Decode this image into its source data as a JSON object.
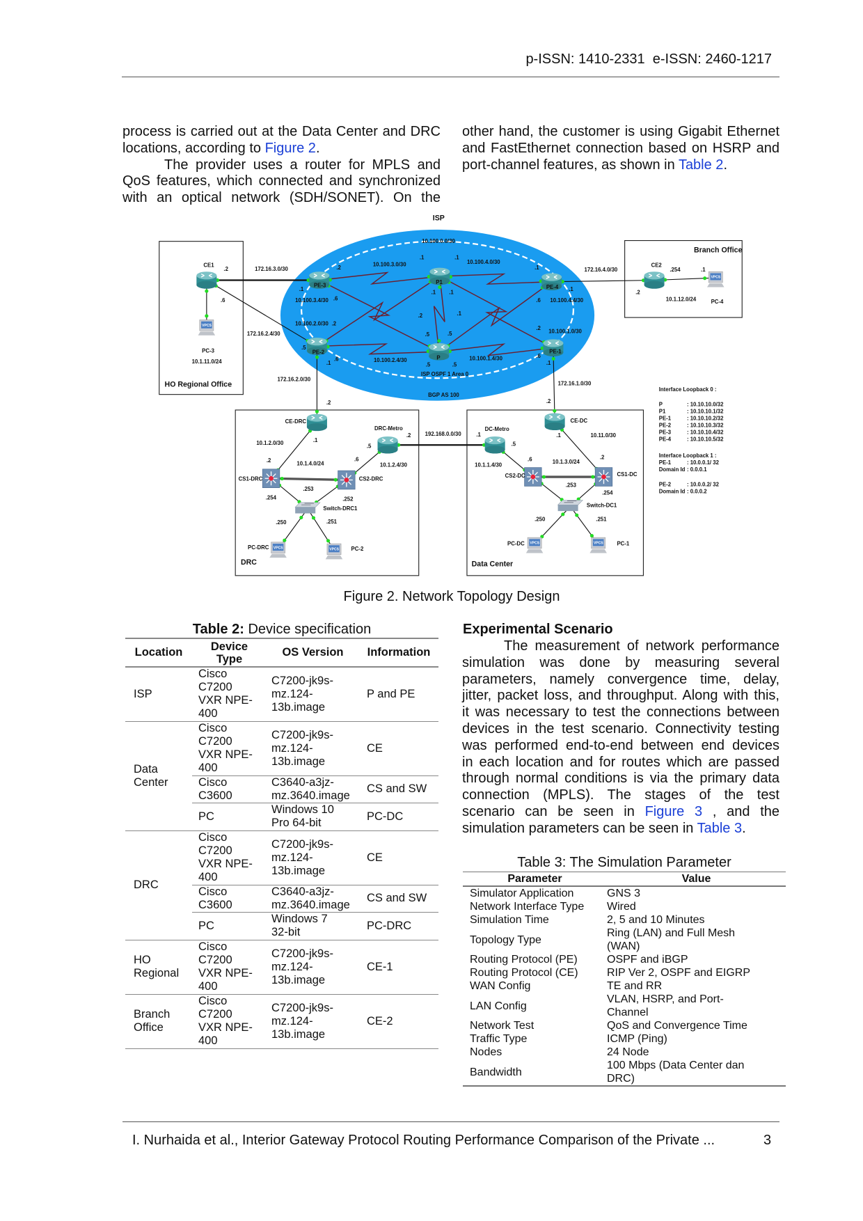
{
  "header": {
    "issn": "p-ISSN: 1410-2331  e-ISSN: 2460-1217"
  },
  "left_col": {
    "l1": "process is carried out at the Data Center and DRC",
    "l2_pre": "locations, according to ",
    "l2_link": "Figure 2",
    "l2_post": ".",
    "l3": "The provider uses a router for MPLS and",
    "l4": "QoS features, which connected and synchronized",
    "l5": "with an optical network (SDH/SONET). On the"
  },
  "right_col": {
    "l1": "other hand, the customer is using Gigabit Ethernet",
    "l2": "and FastEthernet connection based on HSRP and",
    "l3_pre": "port-channel features, as shown in ",
    "l3_link": "Table 2",
    "l3_post": "."
  },
  "figure": {
    "caption": "Figure 2. Network Topology Design",
    "labels": [
      "ISP",
      "10.100.0.0/30",
      "10.100.3.0/30",
      ".1",
      ".1",
      "10.100.4.0/30",
      ".2",
      "CE1",
      ".2",
      "172.16.3.0/30",
      "172.16.4.0/30",
      ".1",
      ".1",
      "10.100.3.4/30",
      ".6",
      ".1",
      ".1",
      ".1",
      ".6",
      "10.100.4.4/30",
      ".6",
      ".2",
      ".1",
      "10.100.2.0/30",
      ".2",
      "172.16.2.4/30",
      ".2",
      "10.100.1.0/30",
      ".5",
      ".5",
      ".5",
      "PC-3",
      "10.1.11.0/24",
      ".6",
      "10.100.2.4/30",
      "10.100.1.4/30",
      ".6",
      ".1",
      ".1",
      ".5",
      ".5",
      "ISP OSPF 1 Area 0",
      "HO Regional Office",
      "172.16.2.0/30",
      "172.16.1.0/30",
      "BGP AS 100",
      ".2",
      ".2",
      "CE-DRC",
      "DRC-Metro",
      ".2",
      "192.168.0.0/30",
      ".1",
      "DC-Metro",
      ".5",
      "CE-DC",
      ".1",
      "10.11.0/30",
      "10.1.2.0/30",
      ".1",
      ".5",
      ".2",
      "10.1.4.0/24",
      ".6",
      "10.1.2.4/30",
      "10.1.1.4/30",
      ".6",
      "10.1.3.0/24",
      ".2",
      "CS1-DRC",
      "CS2-DRC",
      "CS2-DC",
      "CS1-DC",
      ".253",
      ".253",
      ".254",
      ".252",
      ".254",
      "Switch-DRC1",
      "Switch-DC1",
      ".250",
      ".251",
      ".250",
      ".251",
      "PC-DRC",
      "PC-2",
      "PC-DC",
      "PC-1",
      "DRC",
      "Data Center",
      "Branch Office",
      "CE2",
      ".254",
      ".1",
      ".2",
      "10.1.12.0/24",
      "PC-4",
      "P1",
      "PE-3",
      "PE-4",
      "PE-2",
      "P",
      "PE-1"
    ],
    "icon_text": "VPCS",
    "legend": {
      "lo0_title": "Interface Loopback 0 :",
      "lo0": [
        [
          "P",
          ": 10.10.10.0/32"
        ],
        [
          "P1",
          ": 10.10.10.1/32"
        ],
        [
          "PE-1",
          ": 10.10.10.2/32"
        ],
        [
          "PE-2",
          ": 10.10.10.3/32"
        ],
        [
          "PE-3",
          ": 10.10.10.4/32"
        ],
        [
          "PE-4",
          ": 10.10.10.5/32"
        ]
      ],
      "lo1_title": "Interface Loopback 1 :",
      "lo1": [
        [
          "PE-1",
          ": 10.0.0.1/ 32"
        ],
        [
          "Domain Id",
          ": 0.0.0.1"
        ],
        [
          "PE-2",
          ": 10.0.0.2/ 32"
        ],
        [
          "Domain Id",
          ": 0.0.0.2"
        ]
      ]
    },
    "colors": {
      "isp_cloud": "#1a9cf0",
      "router": "#2f8f95",
      "link": "#6b1f2f",
      "port": "#22dd22"
    }
  },
  "table2": {
    "title_bold": "Table 2:",
    "title_rest": " Device specification",
    "headers": [
      "Location",
      "Device Type",
      "OS Version",
      "Information"
    ],
    "rows": [
      {
        "location": "ISP",
        "device": "Cisco C7200 VXR NPE-400",
        "os": "C7200-jk9s-mz.124-13b.image",
        "info": "P and PE"
      },
      {
        "location": "Data Center",
        "device": "Cisco C7200 VXR NPE-400",
        "os": "C7200-jk9s-mz.124-13b.image",
        "info": "CE"
      },
      {
        "device": "Cisco C3600",
        "os": "C3640-a3jz-mz.3640.image",
        "info": "CS and SW"
      },
      {
        "device": "PC",
        "os": "Windows 10 Pro 64-bit",
        "info": "PC-DC"
      },
      {
        "location": "DRC",
        "device": "Cisco C7200 VXR NPE-400",
        "os": "C7200-jk9s-mz.124-13b.image",
        "info": "CE"
      },
      {
        "device": "Cisco C3600",
        "os": "C3640-a3jz-mz.3640.image",
        "info": "CS and SW"
      },
      {
        "device": "PC",
        "os": "Windows 7 32-bit",
        "info": "PC-DRC"
      },
      {
        "location": "HO Regional",
        "device": "Cisco C7200 VXR NPE-400",
        "os": "C7200-jk9s-mz.124-13b.image",
        "info": "CE-1"
      },
      {
        "location": "Branch Office",
        "device": "Cisco C7200 VXR NPE-400",
        "os": "C7200-jk9s-mz.124-13b.image",
        "info": "CE-2"
      }
    ]
  },
  "experimental": {
    "heading": "Experimental Scenario",
    "l1": "The measurement of network performance",
    "l2": "simulation was done by measuring several",
    "l3": "parameters, namely convergence time, delay,",
    "l4": "jitter, packet loss, and throughput. Along with this,",
    "l5": "it was necessary to test the connections between",
    "l6": "devices in the test scenario. Connectivity testing",
    "l7": "was performed end-to-end between end devices",
    "l8": "in each location and for routes which are passed",
    "l9": "through normal conditions is via the primary data",
    "l10": "connection (MPLS). The stages of the test",
    "l11_pre": "scenario can be seen in ",
    "l11_link": "Figure 3",
    "l11_post": ", and the",
    "l12_pre": "simulation parameters can be seen in ",
    "l12_link": "Table 3",
    "l12_post": "."
  },
  "table3": {
    "title": "Table 3: The Simulation Parameter",
    "headers": [
      "Parameter",
      "Value"
    ],
    "rows": [
      [
        "Simulator Application",
        "GNS 3"
      ],
      [
        "Network Interface Type",
        "Wired"
      ],
      [
        "Simulation Time",
        "2, 5 and 10 Minutes"
      ],
      [
        "Topology Type",
        "Ring (LAN) and Full Mesh (WAN)"
      ],
      [
        "Routing Protocol (PE)",
        "OSPF and iBGP"
      ],
      [
        "Routing Protocol (CE)",
        "RIP Ver 2, OSPF and EIGRP"
      ],
      [
        "WAN Config",
        "TE and RR"
      ],
      [
        "LAN Config",
        "VLAN, HSRP, and Port-Channel"
      ],
      [
        "Network Test",
        "QoS and Convergence Time"
      ],
      [
        "Traffic Type",
        "ICMP (Ping)"
      ],
      [
        "Nodes",
        "24 Node"
      ],
      [
        "Bandwidth",
        "100 Mbps (Data Center dan DRC)"
      ]
    ]
  },
  "footer": {
    "citation": "I. Nurhaida et al., Interior Gateway Protocol Routing Performance Comparison of the Private ...",
    "page": "3"
  }
}
